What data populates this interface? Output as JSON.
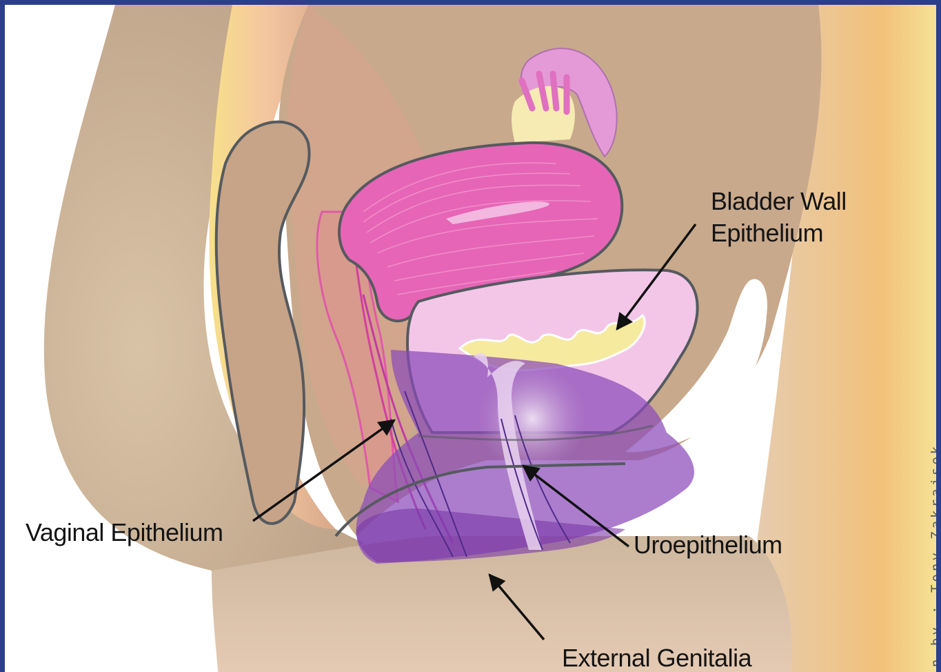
{
  "labels": {
    "bladder_line1": "Bladder Wall",
    "bladder_line2": "Epithelium",
    "vaginal": "Vaginal Epithelium",
    "uroepithelium": "Uroepithelium",
    "external": "External Genitalia"
  },
  "credit": "n by : Tony Zakrajsek",
  "colors": {
    "frame": "#2b3f8a",
    "body_skin": "#cbb59a",
    "inner_cavity": "#bfa083",
    "uterus": "#e565b5",
    "bladder": "#f1c2e6",
    "bladder_lining": "#f7e9a6",
    "genital_region": "#8a44b5",
    "ovary": "#e28ad0",
    "outline": "#555a5f",
    "arrow": "#111111"
  }
}
